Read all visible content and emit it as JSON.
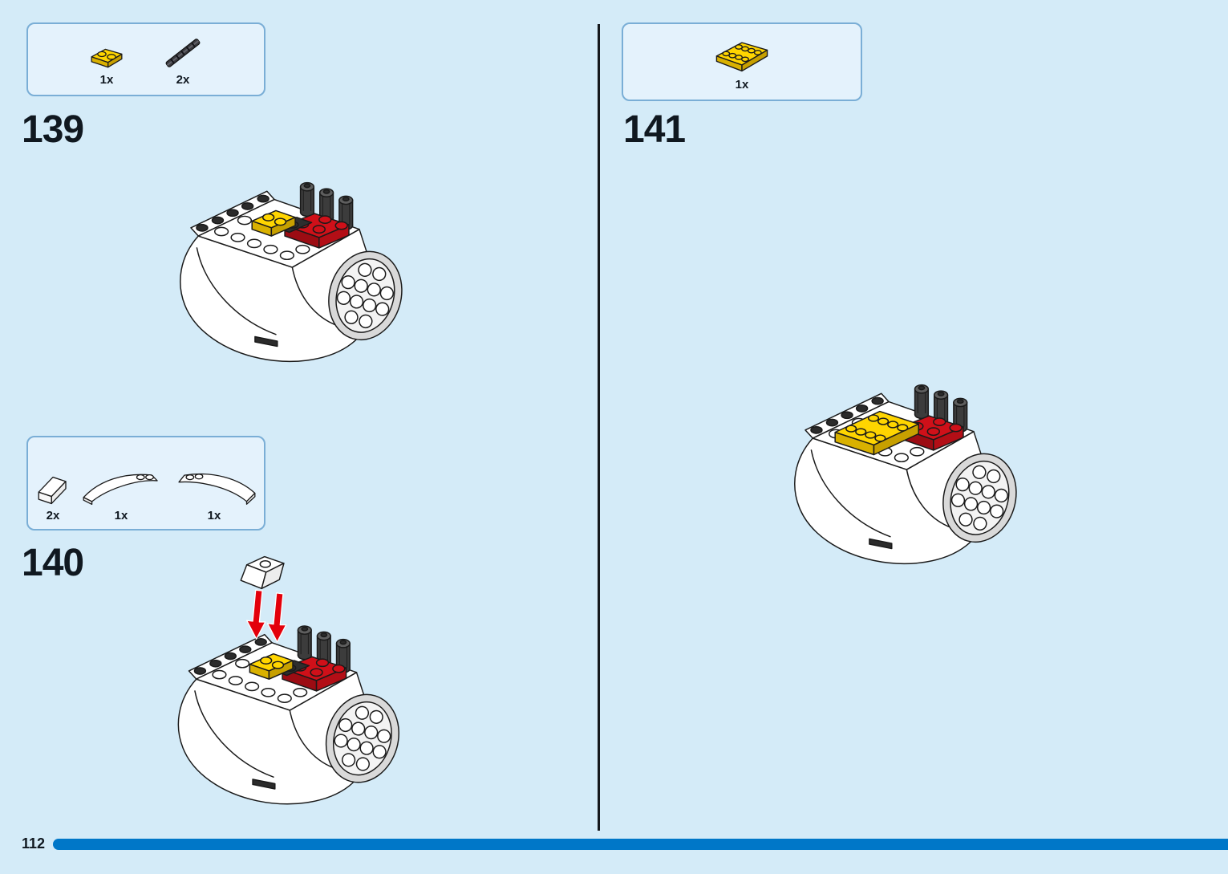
{
  "page": {
    "number": "112"
  },
  "colors": {
    "background": "#d4ebf8",
    "box_fill": "#e4f2fc",
    "box_border": "#7aaed6",
    "progress_bar": "#0077c8",
    "divider": "#16181c",
    "step_number_text": "#101820",
    "lego_yellow": "#ffd500",
    "lego_red": "#cf1019",
    "arrow_red": "#e3000b"
  },
  "steps": {
    "s139": {
      "number": "139",
      "parts": [
        {
          "icon": "yellow-plate-1x2-icon",
          "count": "1x"
        },
        {
          "icon": "dark-grey-axle-icon",
          "count": "2x"
        }
      ]
    },
    "s140": {
      "number": "140",
      "parts": [
        {
          "icon": "white-slope-icon",
          "count": "2x"
        },
        {
          "icon": "white-curved-wedge-left-icon",
          "count": "1x"
        },
        {
          "icon": "white-curved-wedge-right-icon",
          "count": "1x"
        }
      ]
    },
    "s141": {
      "number": "141",
      "parts": [
        {
          "icon": "yellow-plate-2x4-icon",
          "count": "1x"
        }
      ]
    }
  }
}
